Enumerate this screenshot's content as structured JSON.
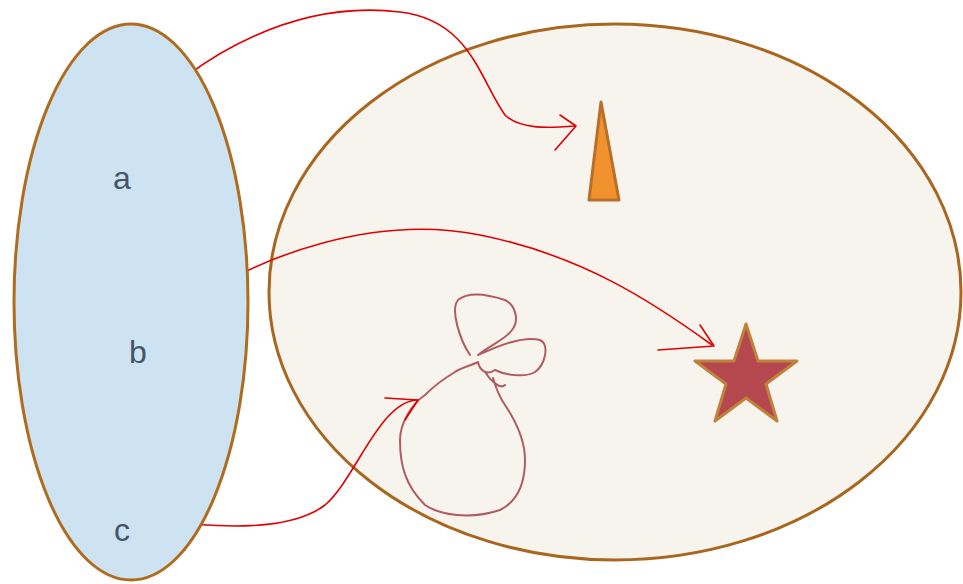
{
  "diagram": {
    "nodes": [
      {
        "text": [
          "a",
          "b",
          "c"
        ]
      }
    ]
  }
}
